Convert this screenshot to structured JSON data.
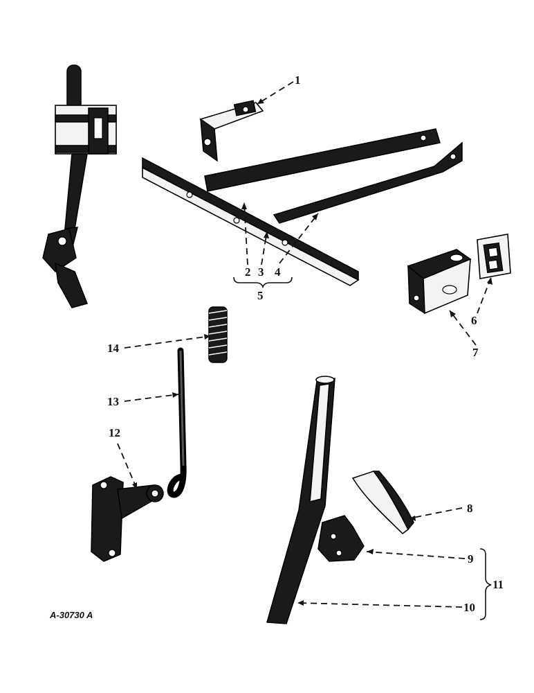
{
  "figure": {
    "drawing_code": "A-30730 A",
    "callouts": [
      {
        "id": "c1",
        "label": "1"
      },
      {
        "id": "c2",
        "label": "2"
      },
      {
        "id": "c3",
        "label": "3"
      },
      {
        "id": "c4",
        "label": "4"
      },
      {
        "id": "c5",
        "label": "5"
      },
      {
        "id": "c6",
        "label": "6"
      },
      {
        "id": "c7",
        "label": "7"
      },
      {
        "id": "c8",
        "label": "8"
      },
      {
        "id": "c9",
        "label": "9"
      },
      {
        "id": "c10",
        "label": "10"
      },
      {
        "id": "c11",
        "label": "11"
      },
      {
        "id": "c12",
        "label": "12"
      },
      {
        "id": "c13",
        "label": "13"
      },
      {
        "id": "c14",
        "label": "14"
      }
    ]
  },
  "colors": {
    "ink": "#111111",
    "paper": "#ffffff"
  }
}
